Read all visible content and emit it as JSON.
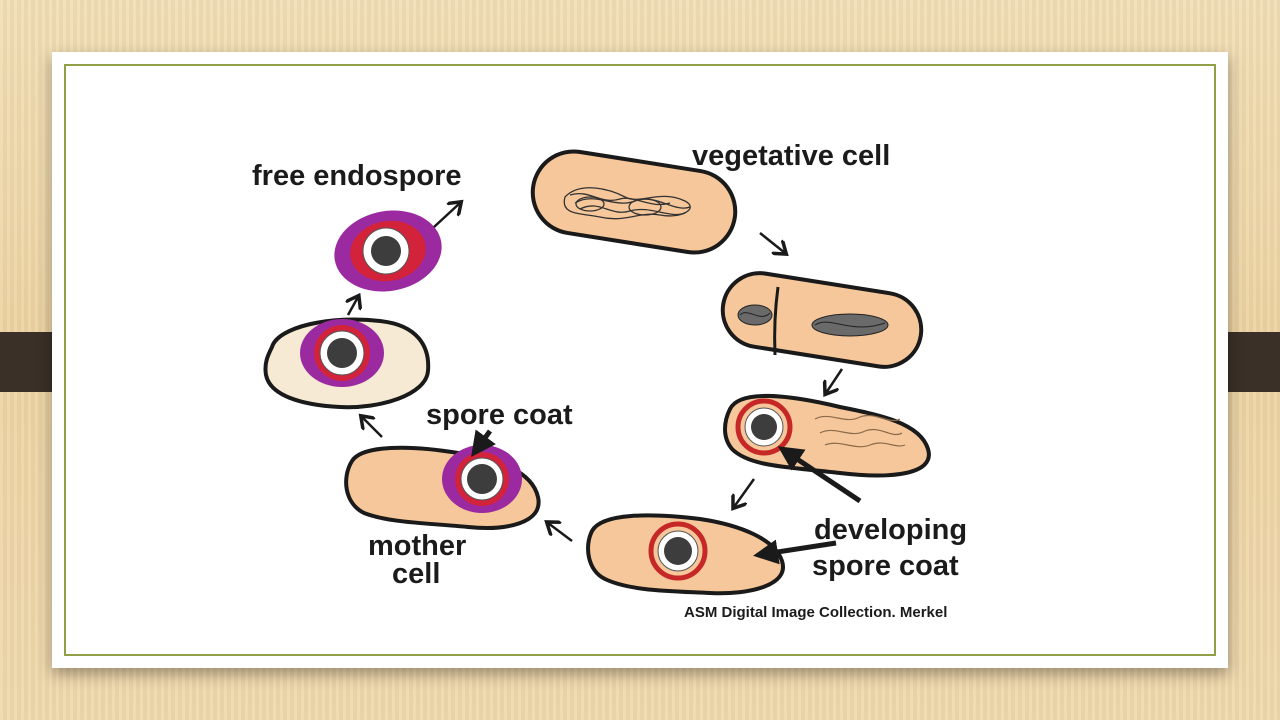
{
  "diagram": {
    "labels": {
      "vegetative_cell": "vegetative cell",
      "free_endospore": "free endospore",
      "spore_coat": "spore coat",
      "mother_cell_line1": "mother",
      "mother_cell_line2": "cell",
      "developing_line1": "developing",
      "developing_line2": "spore coat"
    },
    "credit": "ASM Digital Image Collection. Merkel"
  },
  "colors": {
    "cell_fill": "#f6c79a",
    "outline": "#1a1a1a",
    "spore_purple": "#9b2aa0",
    "spore_red": "#d2233a",
    "frame_green": "#8fa046",
    "tab_dark": "#3a3028"
  }
}
